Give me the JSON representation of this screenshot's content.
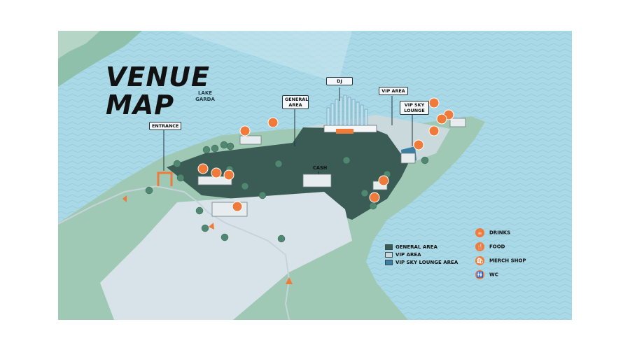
{
  "title": {
    "line1": "VENUE",
    "line2": "MAP"
  },
  "lake_label": "LAKE GARDA",
  "area_labels": {
    "dj": "DJ",
    "general_area": "GENERAL AREA",
    "vip_area": "VIP AREA",
    "vip_sky_lounge": "VIP SKY LOUNGE",
    "entrance": "ENTRANCE",
    "cash": "CASH"
  },
  "legend": {
    "zones": [
      {
        "label": "GENERAL AREA",
        "color": "#3b5c55"
      },
      {
        "label": "VIP AREA",
        "color": "#c9d9dc"
      },
      {
        "label": "VIP SKY LOUNGE AREA",
        "color": "#3c7fa3"
      }
    ],
    "points_of_interest": [
      {
        "label": "DRINKS",
        "icon": "drinks-icon"
      },
      {
        "label": "FOOD",
        "icon": "food-icon"
      },
      {
        "label": "MERCH SHOP",
        "icon": "merch-shop-icon"
      },
      {
        "label": "WC",
        "icon": "wc-icon"
      }
    ]
  },
  "colors": {
    "water": "#a9d8e6",
    "land": "#9fc9b4",
    "general_area": "#3b5c55",
    "path": "#d7e3e9",
    "accent": "#ef7a3a"
  }
}
